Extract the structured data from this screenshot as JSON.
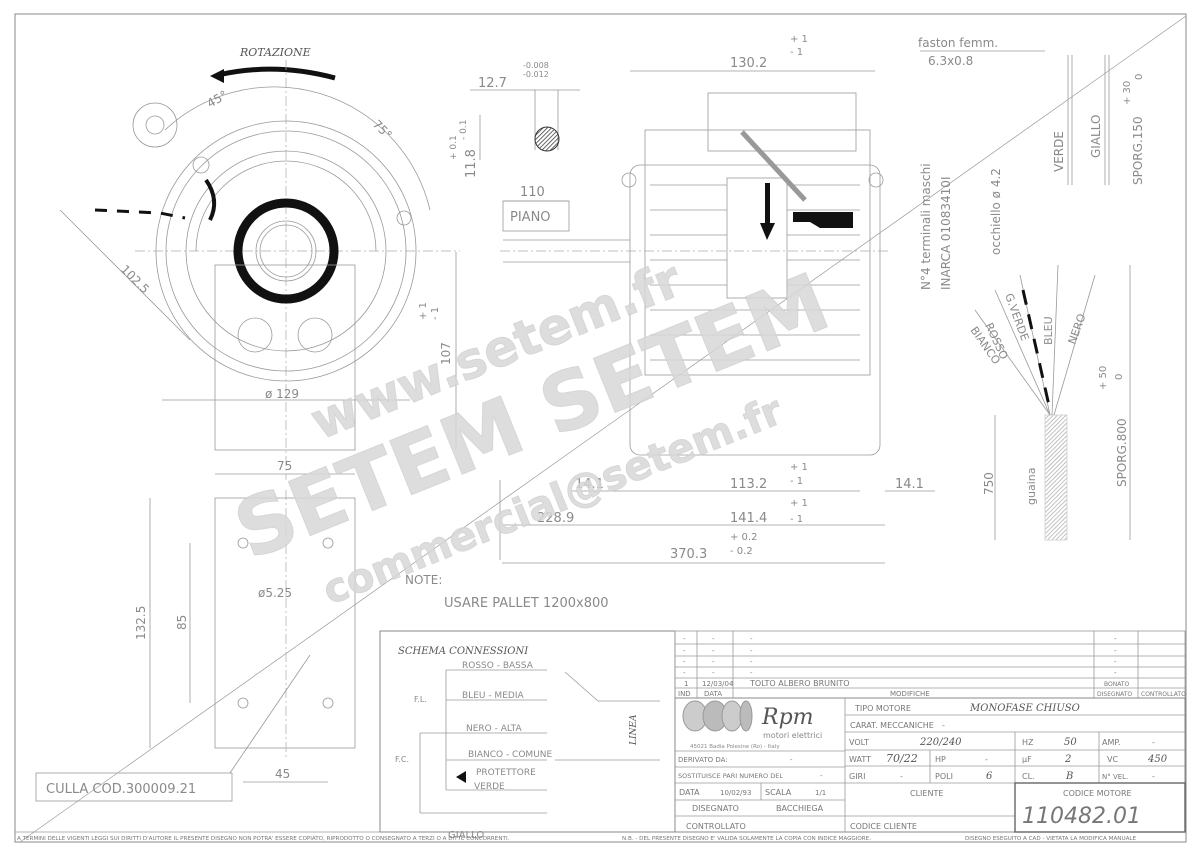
{
  "drawing": {
    "rotation_label": "ROTAZIONE",
    "angles": [
      "45°",
      "75°"
    ],
    "front_view": {
      "diameter": "ø 129",
      "height": "107",
      "height_tol": [
        "+ 1",
        "- 1"
      ],
      "diag": "102.5",
      "base_width": "75"
    },
    "cradle": {
      "width": "75",
      "height": "132.5",
      "hole_spacing_v": "85",
      "hole_spacing_h": "45",
      "hole_dia": "ø5.25",
      "label": "CULLA COD.300009.21"
    },
    "shaft": {
      "dia": "12.7",
      "dia_tol": [
        "-0.008",
        "-0.012"
      ],
      "flat": "11.8",
      "flat_tol": [
        "+ 0.1",
        "- 0.1"
      ],
      "flat_len": "110",
      "flat_label": "PIANO"
    },
    "side_view": {
      "width_top": "130.2",
      "width_top_tol": [
        "+ 1",
        "- 1"
      ],
      "d_14_1_left": "14.1",
      "d_113_2": "113.2",
      "d_113_2_tol": [
        "+ 1",
        "- 1"
      ],
      "d_14_1_right": "14.1",
      "d_228_9": "228.9",
      "d_141_4": "141.4",
      "d_141_4_tol": [
        "+ 1",
        "- 1"
      ],
      "d_370_3": "370.3",
      "d_370_3_tol": [
        "+ 0.2",
        "- 0.2"
      ]
    },
    "note_label": "NOTE:",
    "note_text": "USARE PALLET 1200x800",
    "terminals": {
      "faston": "faston femm.",
      "faston_size": "6.3x0.8",
      "maschi": "N°4 terminali maschi",
      "inarca": "INARCA 01083410I",
      "occhiello": "occhiello ø 4.2",
      "verde": "VERDE",
      "giallo": "GIALLO",
      "sporg150": "SPORG.150",
      "sporg150_tol": [
        "+ 30",
        "0"
      ],
      "wires": [
        "BIANCO",
        "ROSSO",
        "G.VERDE",
        "BLEU",
        "NERO"
      ],
      "guaina": "guaina",
      "len750": "750",
      "sporg800": "SPORG.800",
      "sporg800_tol": [
        "+ 50",
        "0"
      ]
    }
  },
  "schema": {
    "title": "SCHEMA CONNESSIONI",
    "lines": [
      "ROSSO - BASSA",
      "BLEU - MEDIA",
      "NERO - ALTA",
      "BIANCO - COMUNE",
      "PROTETTORE",
      "VERDE"
    ],
    "fl": "F.L.",
    "fc": "F.C.",
    "linea": "LINEA",
    "giallo": "GIALLO"
  },
  "revisions": {
    "rows": [
      {
        "ind": "-",
        "data": "-",
        "mod": "-",
        "dis": "-"
      },
      {
        "ind": "-",
        "data": "-",
        "mod": "-",
        "dis": "-"
      },
      {
        "ind": "-",
        "data": "-",
        "mod": "-",
        "dis": "-"
      },
      {
        "ind": "-",
        "data": "-",
        "mod": "-",
        "dis": "-"
      },
      {
        "ind": "1",
        "data": "12/03/04",
        "mod": "TOLTO ALBERO BRUNITO",
        "dis": "BONATO"
      }
    ],
    "headers": {
      "ind": "IND",
      "data": "DATA",
      "mod": "MODIFICHE",
      "dis": "DISEGNATO",
      "ctrl": "CONTROLLATO"
    }
  },
  "titleblock": {
    "logo": "Rpm",
    "logo_sub": "motori elettrici",
    "address": "45021 Badia Polesine (Ro) - Italy",
    "derivato_label": "DERIVATO DA:",
    "derivato": "-",
    "sostituisce_label": "SOSTITUISCE PARI NUMERO DEL",
    "sostituisce": "-",
    "data_label": "DATA",
    "data": "10/02/93",
    "scala_label": "SCALA",
    "scala": "1/1",
    "disegnato_label": "DISEGNATO",
    "disegnato": "BACCHIEGA",
    "controllato_label": "CONTROLLATO",
    "tipo_label": "TIPO MOTORE",
    "tipo": "MONOFASE CHIUSO",
    "carat_label": "CARAT. MECCANICHE",
    "carat": "-",
    "volt_label": "VOLT",
    "volt": "220/240",
    "hz_label": "HZ",
    "hz": "50",
    "amp_label": "AMP.",
    "amp": "-",
    "watt_label": "WATT",
    "watt": "70/22",
    "hp_label": "HP",
    "hp": "-",
    "uf_label": "µF",
    "uf": "2",
    "vc_label": "VC",
    "vc": "450",
    "giri_label": "GIRI",
    "giri": "-",
    "poli_label": "POLI",
    "poli": "6",
    "cl_label": "CL.",
    "cl": "B",
    "nvel_label": "N° VEL.",
    "nvel": "-",
    "cliente_label": "CLIENTE",
    "codcliente_label": "CODICE CLIENTE",
    "codmotore_label": "CODICE MOTORE",
    "codmotore": "110482.01"
  },
  "footer": {
    "left": "A TERMINI DELLE VIGENTI LEGGI SUI DIRITTI D'AUTORE IL PRESENTE DISEGNO NON POTRA' ESSERE COPIATO, RIPRODOTTO O CONSEGNATO A TERZI O A DITTE CONCORRENTI.",
    "mid": "N.B. - DEL PRESENTE DISEGNO E' VALIDA SOLAMENTE LA COPIA CON INDICE MAGGIORE.",
    "right": "DISEGNO ESEGUITO A CAD - VIETATA LA MODIFICA MANUALE"
  },
  "watermark": {
    "line1": "www.setem.fr",
    "line2": "SETEM SETEM",
    "line3": "commercial@setem.fr"
  }
}
